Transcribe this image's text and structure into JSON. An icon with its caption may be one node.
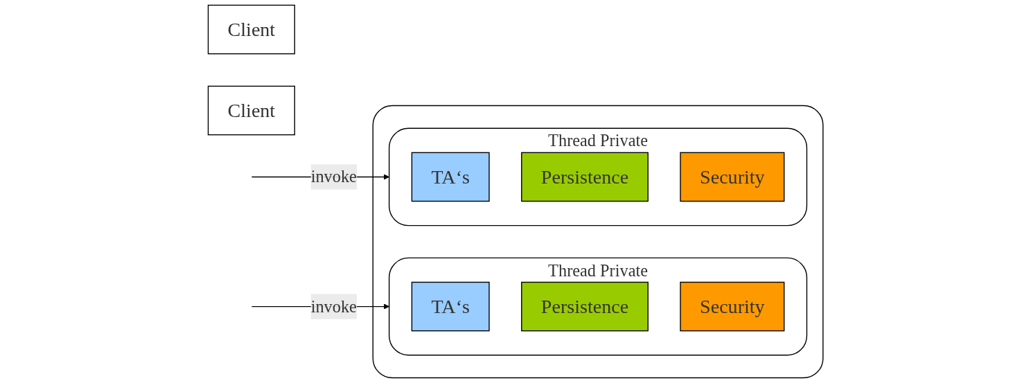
{
  "diagram": {
    "nodes": [
      {
        "text": [
          "Client"
        ]
      },
      {
        "text": [
          "Client"
        ]
      },
      {
        "text": [],
        "shape": "box"
      },
      {
        "text": [
          "Thread Private"
        ],
        "in": 2
      },
      {
        "text": [
          "TA‘s"
        ],
        "in": 3
      },
      {
        "text": [
          "Persistence"
        ],
        "in": 3
      },
      {
        "text": [
          "Security"
        ],
        "in": 3
      },
      {
        "text": [
          "Thread Private"
        ],
        "in": 2
      },
      {
        "text": [
          "TA‘s"
        ],
        "in": 7
      },
      {
        "text": [
          "Persistence"
        ],
        "in": 7
      },
      {
        "text": [
          "Security"
        ],
        "in": 7
      }
    ],
    "edges": [
      {
        "from": null,
        "to": 3,
        "arrow": "to",
        "label": "invoke"
      },
      {
        "from": null,
        "to": 7,
        "arrow": "to",
        "label": "invoke"
      }
    ]
  }
}
